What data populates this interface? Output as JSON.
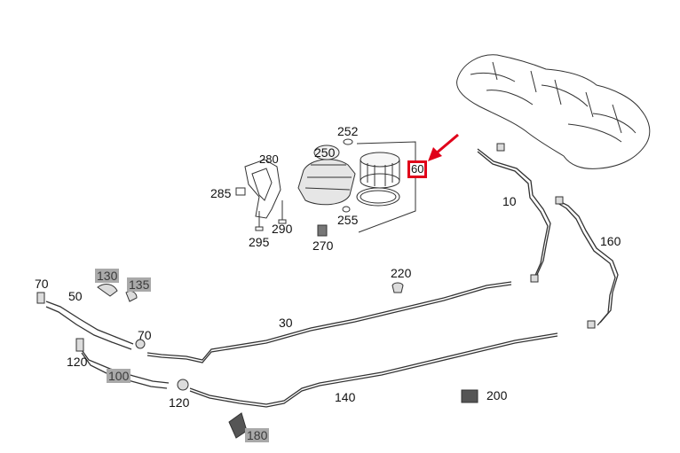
{
  "labels": {
    "l10": "10",
    "l30": "30",
    "l50": "50",
    "l60": "60",
    "l70a": "70",
    "l70b": "70",
    "l100": "100",
    "l120a": "120",
    "l120b": "120",
    "l130": "130",
    "l135": "135",
    "l140": "140",
    "l160": "160",
    "l180": "180",
    "l200": "200",
    "l220": "220",
    "l250": "250",
    "l252": "252",
    "l255": "255",
    "l270": "270",
    "l280": "280",
    "l285": "285",
    "l290": "290",
    "l295": "295"
  },
  "colors": {
    "highlight": "#e0001a",
    "grey_label": "#a9a9a9",
    "line": "#222222"
  },
  "icons": {
    "pointer": "red-arrow-icon"
  }
}
